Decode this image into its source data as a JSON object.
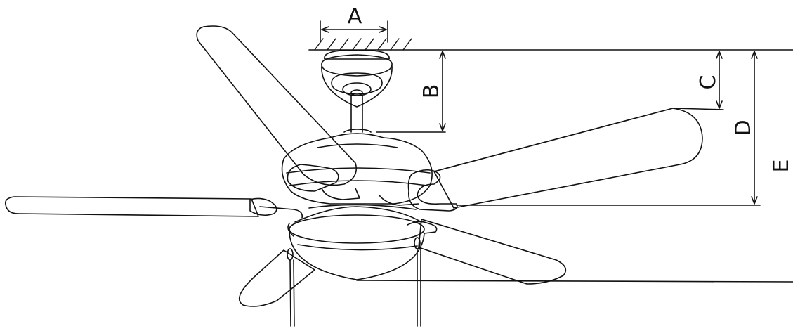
{
  "figure": {
    "type": "ceiling fan dimension drawing",
    "line_color": "#111111",
    "background": "#ffffff"
  },
  "dimension_labels": {
    "a": "A",
    "b": "B",
    "c": "C",
    "d": "D",
    "e": "E"
  }
}
